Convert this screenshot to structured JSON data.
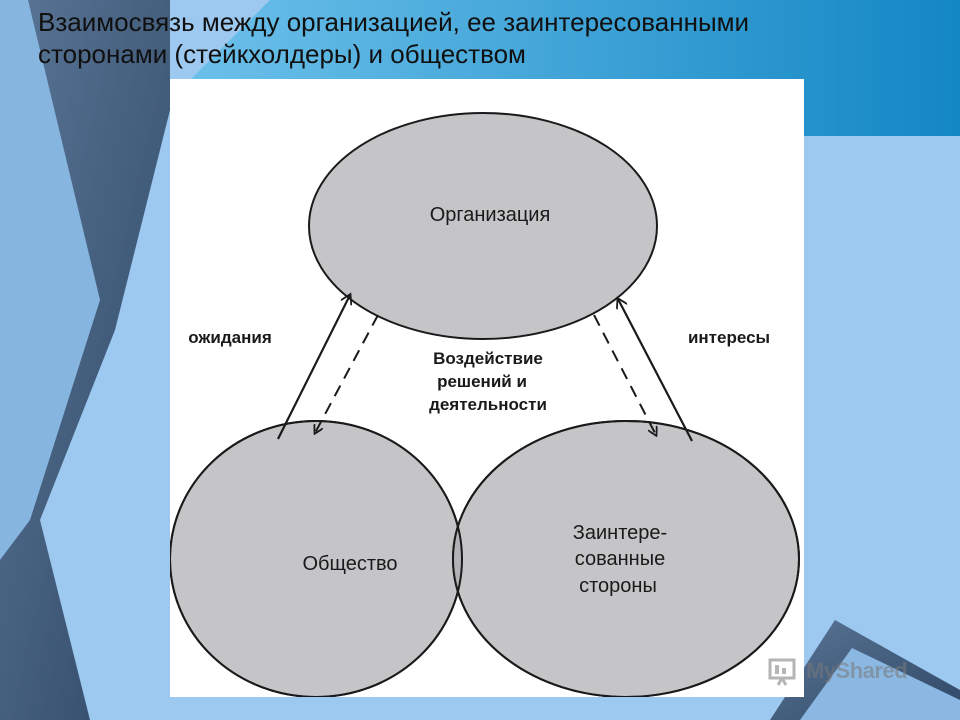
{
  "slide": {
    "title_lines": [
      "Взаимосвязь между организацией, ее заинтересованными",
      "сторонами (стейкхолдеры) и обществом"
    ]
  },
  "diagram": {
    "nodes": {
      "organization": "Организация",
      "society": "Общество",
      "stakeholders_lines": [
        "Заинтере-",
        "сованные",
        "стороны"
      ]
    },
    "labels": {
      "left_arrow": "ожидания",
      "right_arrow": "интересы",
      "center_lines": [
        "Воздействие",
        "решений и",
        "деятельности"
      ]
    }
  },
  "watermark": {
    "text": "MyShared"
  },
  "colors": {
    "background": "#9dc8f0",
    "accent_dark": "#3d5574",
    "accent_blue": "#1e8ec9",
    "circle_fill": "#c5c5c8",
    "overlap_fill": "#b3b3b6",
    "outline": "#1a1a1a"
  }
}
